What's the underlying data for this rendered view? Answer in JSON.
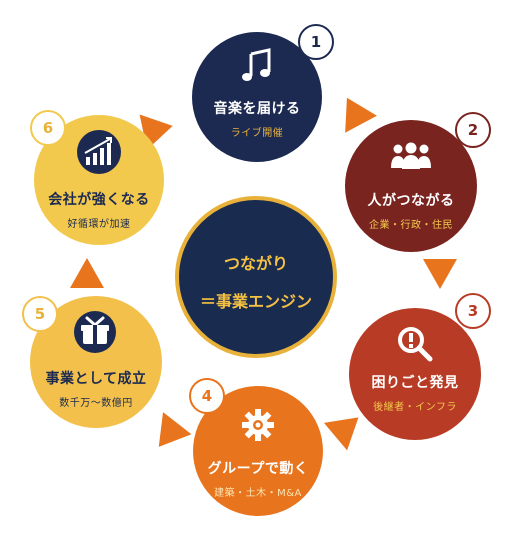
{
  "center": {
    "line1": "つながり",
    "line2": "＝事業エンジン"
  },
  "steps": [
    {
      "number": "1",
      "title": "音楽を届ける",
      "subtitle": "ライブ開催",
      "icon": "music-note-icon",
      "color": "#1c2a52"
    },
    {
      "number": "2",
      "title": "人がつながる",
      "subtitle": "企業・行政・住民",
      "icon": "people-group-icon",
      "color": "#7a2420"
    },
    {
      "number": "3",
      "title": "困りごと発見",
      "subtitle": "後継者・インフラ",
      "icon": "magnifier-icon",
      "color": "#b83c25"
    },
    {
      "number": "4",
      "title": "グループで動く",
      "subtitle": "建築・土木・M&A",
      "icon": "gear-icon",
      "color": "#e8741e"
    },
    {
      "number": "5",
      "title": "事業として成立",
      "subtitle": "数千万〜数億円",
      "icon": "gift-box-icon",
      "color": "#f2c04b"
    },
    {
      "number": "6",
      "title": "会社が強くなる",
      "subtitle": "好循環が加速",
      "icon": "growth-chart-icon",
      "color": "#f2c94c"
    }
  ],
  "colors": {
    "arrow": "#e8741e",
    "center_border": "#e8b23a",
    "center_text": "#f5c142"
  }
}
